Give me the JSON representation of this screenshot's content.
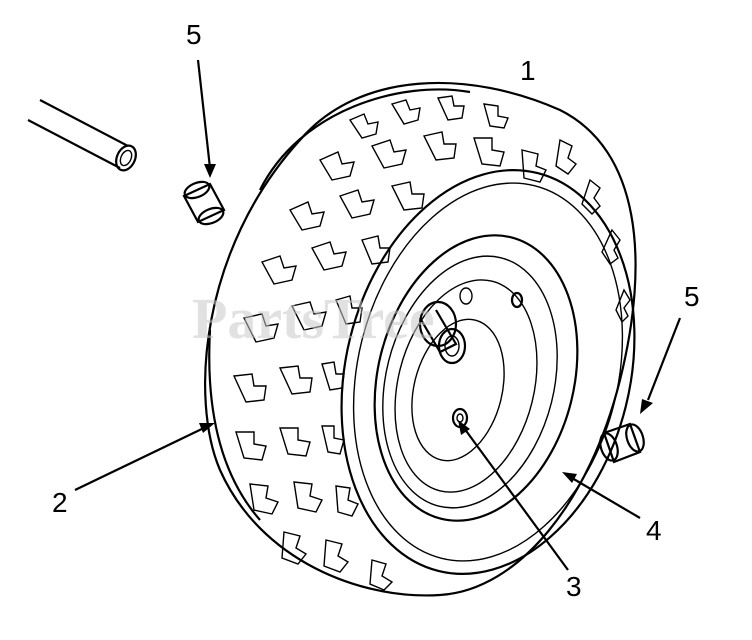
{
  "watermark": "PartsTree",
  "callouts": {
    "tire": "1",
    "valve_stem": "2",
    "grease_fitting": "3",
    "rim": "4",
    "bushing_top": "5",
    "bushing_right": "5"
  }
}
